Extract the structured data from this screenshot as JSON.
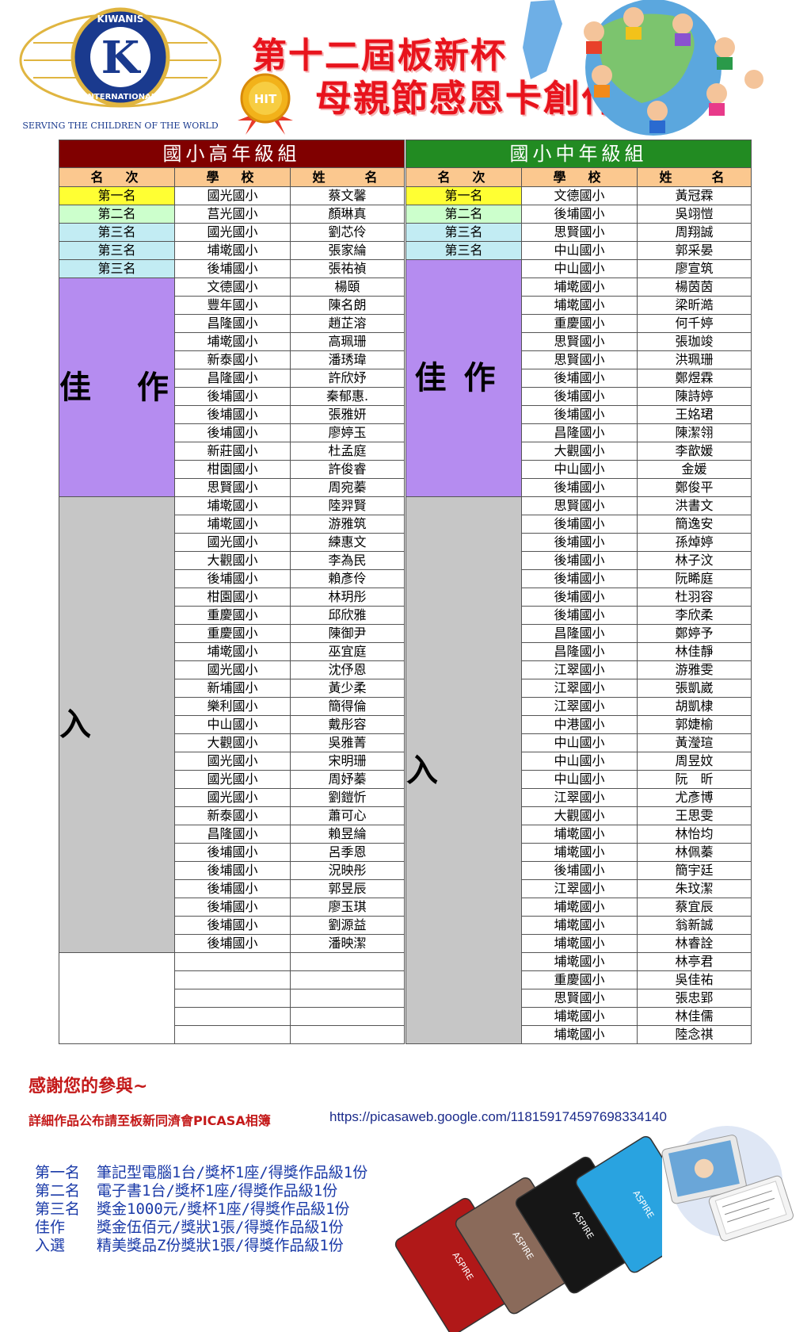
{
  "header": {
    "logo_ring_top": "KIWANIS",
    "logo_ring_bottom": "INTERNATIONAL",
    "logo_letter": "K",
    "logo_slogan": "SERVING THE CHILDREN OF THE WORLD",
    "badge_text": "HIT",
    "title_line1": "第十二屆板新杯",
    "title_line2": "母親節感恩卡創作比賽",
    "title_color": "#e8131c"
  },
  "headers": [
    "名　次",
    "學　校",
    "姓　　名"
  ],
  "left_table": {
    "title": "國小高年級組",
    "title_color": "#800000",
    "top": [
      {
        "rank": "第一名",
        "school": "國光國小",
        "name": "蔡文馨"
      },
      {
        "rank": "第二名",
        "school": "莒光國小",
        "name": "顏琳真"
      },
      {
        "rank": "第三名",
        "school": "國光國小",
        "name": "劉芯伶"
      },
      {
        "rank": "第三名",
        "school": "埔墘國小",
        "name": "張家綸"
      },
      {
        "rank": "第三名",
        "school": "後埔國小",
        "name": "張祐禎"
      }
    ],
    "merit_label": "佳 作",
    "merit": [
      [
        "文德國小",
        "楊頤"
      ],
      [
        "豐年國小",
        "陳名朗"
      ],
      [
        "昌隆國小",
        "趙芷溶"
      ],
      [
        "埔墘國小",
        "高珮珊"
      ],
      [
        "新泰國小",
        "潘琇瑋"
      ],
      [
        "昌隆國小",
        "許欣妤"
      ],
      [
        "後埔國小",
        "秦郁惠."
      ],
      [
        "後埔國小",
        "張雅妍"
      ],
      [
        "後埔國小",
        "廖婷玉"
      ],
      [
        "新莊國小",
        "杜孟庭"
      ],
      [
        "柑園國小",
        "許俊睿"
      ],
      [
        "思賢國小",
        "周宛蓁"
      ]
    ],
    "select_label": "入　選",
    "select": [
      [
        "埔墘國小",
        "陸羿賢"
      ],
      [
        "埔墘國小",
        "游雅筑"
      ],
      [
        "國光國小",
        "練惠文"
      ],
      [
        "大觀國小",
        "李為民"
      ],
      [
        "後埔國小",
        "賴彥伶"
      ],
      [
        "柑園國小",
        "林玥彤"
      ],
      [
        "重慶國小",
        "邱欣雅"
      ],
      [
        "重慶國小",
        "陳御尹"
      ],
      [
        "埔墘國小",
        "巫宜庭"
      ],
      [
        "國光國小",
        "沈伃恩"
      ],
      [
        "新埔國小",
        "黃少柔"
      ],
      [
        "樂利國小",
        "簡得倫"
      ],
      [
        "中山國小",
        "戴彤容"
      ],
      [
        "大觀國小",
        "吳雅菁"
      ],
      [
        "國光國小",
        "宋明珊"
      ],
      [
        "國光國小",
        "周妤蓁"
      ],
      [
        "國光國小",
        "劉鎧忻"
      ],
      [
        "新泰國小",
        "蕭可心"
      ],
      [
        "昌隆國小",
        "賴昱綸"
      ],
      [
        "後埔國小",
        "呂季恩"
      ],
      [
        "後埔國小",
        "況映彤"
      ],
      [
        "後埔國小",
        "郭昱辰"
      ],
      [
        "後埔國小",
        "廖玉琪"
      ],
      [
        "後埔國小",
        "劉源益"
      ],
      [
        "後埔國小",
        "潘映潔"
      ]
    ]
  },
  "right_table": {
    "title": "國小中年級組",
    "title_color": "#228B22",
    "top": [
      {
        "rank": "第一名",
        "school": "文德國小",
        "name": "黃冠霖"
      },
      {
        "rank": "第二名",
        "school": "後埔國小",
        "name": "吳翊愷"
      },
      {
        "rank": "第三名",
        "school": "思賢國小",
        "name": "周翔誠"
      },
      {
        "rank": "第三名",
        "school": "中山國小",
        "name": "郭采晏"
      }
    ],
    "merit_label": "佳作",
    "merit": [
      [
        "中山國小",
        "廖宣筑"
      ],
      [
        "埔墘國小",
        "楊茵茵"
      ],
      [
        "埔墘國小",
        "梁昕澔"
      ],
      [
        "重慶國小",
        "何千婷"
      ],
      [
        "思賢國小",
        "張珈竣"
      ],
      [
        "思賢國小",
        "洪珮珊"
      ],
      [
        "後埔國小",
        "鄭煜霖"
      ],
      [
        "後埔國小",
        "陳詩婷"
      ],
      [
        "後埔國小",
        "王姳珺"
      ],
      [
        "昌隆國小",
        "陳潔翎"
      ],
      [
        "大觀國小",
        "李歆媛"
      ],
      [
        "中山國小",
        "金媛"
      ],
      [
        "後埔國小",
        "鄭俊平"
      ]
    ],
    "select_label": "入　選",
    "select": [
      [
        "思賢國小",
        "洪書文"
      ],
      [
        "後埔國小",
        "簡逸安"
      ],
      [
        "後埔國小",
        "孫焯婷"
      ],
      [
        "後埔國小",
        "林子汶"
      ],
      [
        "後埔國小",
        "阮睎庭"
      ],
      [
        "後埔國小",
        "杜羽容"
      ],
      [
        "後埔國小",
        "李欣柔"
      ],
      [
        "昌隆國小",
        "鄭婷予"
      ],
      [
        "昌隆國小",
        "林佳靜"
      ],
      [
        "江翠國小",
        "游雅雯"
      ],
      [
        "江翠國小",
        "張凱崴"
      ],
      [
        "江翠國小",
        "胡凱棣"
      ],
      [
        "中港國小",
        "郭婕榆"
      ],
      [
        "中山國小",
        "黃瀅瑄"
      ],
      [
        "中山國小",
        "周昱妏"
      ],
      [
        "中山國小",
        "阮　昕"
      ],
      [
        "江翠國小",
        "尤彥博"
      ],
      [
        "大觀國小",
        "王思雯"
      ],
      [
        "埔墘國小",
        "林怡均"
      ],
      [
        "埔墘國小",
        "林佩蓁"
      ],
      [
        "後埔國小",
        "簡宇廷"
      ],
      [
        "江翠國小",
        "朱玟潔"
      ],
      [
        "埔墘國小",
        "蔡宜辰"
      ],
      [
        "埔墘國小",
        "翁新誠"
      ],
      [
        "埔墘國小",
        "林睿詮"
      ],
      [
        "埔墘國小",
        "林亭君"
      ],
      [
        "重慶國小",
        "吳佳祐"
      ],
      [
        "思賢國小",
        "張忠郢"
      ],
      [
        "埔墘國小",
        "林佳儒"
      ],
      [
        "埔墘國小",
        "陸念祺"
      ]
    ]
  },
  "footer": {
    "thanks": "感謝您的參與~",
    "detail": "詳細作品公布請至板新同濟會PICASA相簿",
    "url": "https://picasaweb.google.com/118159174597698334140",
    "prizes": [
      {
        "rank": "第一名",
        "text": "筆記型電腦1台/獎杯1座/得獎作品級1份"
      },
      {
        "rank": "第二名",
        "text": "電子書1台/獎杯1座/得獎作品級1份"
      },
      {
        "rank": "第三名",
        "text": "獎金1000元/獎杯1座/得獎作品級1份"
      },
      {
        "rank": "佳作",
        "text": "獎金伍佰元/獎狀1張/得獎作品級1份"
      },
      {
        "rank": "入選",
        "text": "精美獎品Z份獎狀1張/得獎作品級1份"
      }
    ],
    "laptop_brand": "ASPIRE",
    "laptop_colors": [
      "#b01818",
      "#8a6a5a",
      "#161616",
      "#29a3e0"
    ]
  }
}
